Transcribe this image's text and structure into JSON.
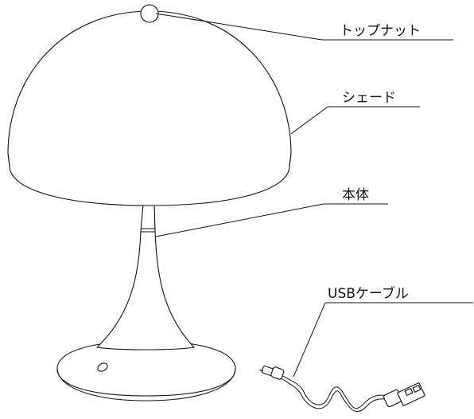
{
  "labels": {
    "top_nut": "トップナット",
    "shade": "シェード",
    "body": "本体",
    "usb_cable": "USBケーブル"
  }
}
